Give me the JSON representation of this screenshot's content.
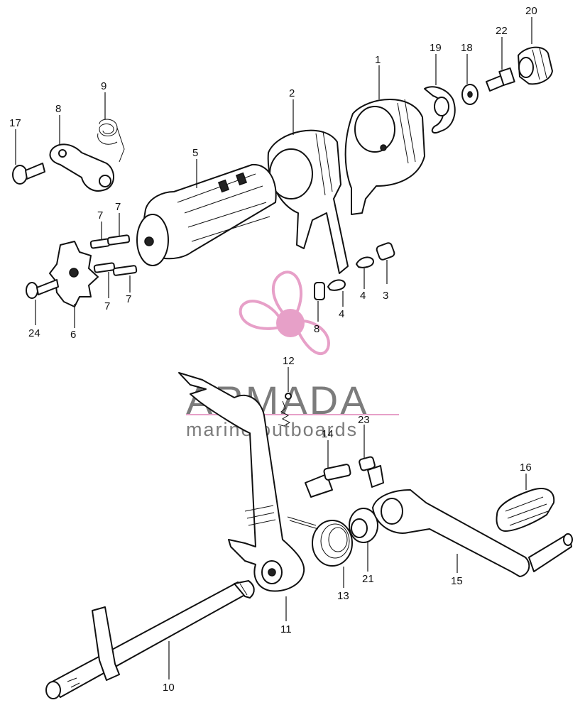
{
  "watermark": {
    "brand": "ARMADA",
    "tagline": "marine outboards",
    "accent_color": "#e7a0c8",
    "text_color": "#7c7c7c",
    "logo_icon": "propeller-icon"
  },
  "callouts": [
    {
      "id": "c1",
      "label": "1"
    },
    {
      "id": "c2",
      "label": "2"
    },
    {
      "id": "c3",
      "label": "3"
    },
    {
      "id": "c4a",
      "label": "4"
    },
    {
      "id": "c4b",
      "label": "4"
    },
    {
      "id": "c5",
      "label": "5"
    },
    {
      "id": "c6",
      "label": "6"
    },
    {
      "id": "c7a",
      "label": "7"
    },
    {
      "id": "c7b",
      "label": "7"
    },
    {
      "id": "c7c",
      "label": "7"
    },
    {
      "id": "c7d",
      "label": "7"
    },
    {
      "id": "c8",
      "label": "8"
    },
    {
      "id": "c8b",
      "label": "8"
    },
    {
      "id": "c9",
      "label": "9"
    },
    {
      "id": "c10",
      "label": "10"
    },
    {
      "id": "c11",
      "label": "11"
    },
    {
      "id": "c12",
      "label": "12"
    },
    {
      "id": "c13",
      "label": "13"
    },
    {
      "id": "c14",
      "label": "14"
    },
    {
      "id": "c15",
      "label": "15"
    },
    {
      "id": "c16",
      "label": "16"
    },
    {
      "id": "c17",
      "label": "17"
    },
    {
      "id": "c18",
      "label": "18"
    },
    {
      "id": "c19",
      "label": "19"
    },
    {
      "id": "c20",
      "label": "20"
    },
    {
      "id": "c21",
      "label": "21"
    },
    {
      "id": "c22",
      "label": "22"
    },
    {
      "id": "c23",
      "label": "23"
    },
    {
      "id": "c24",
      "label": "24"
    }
  ]
}
